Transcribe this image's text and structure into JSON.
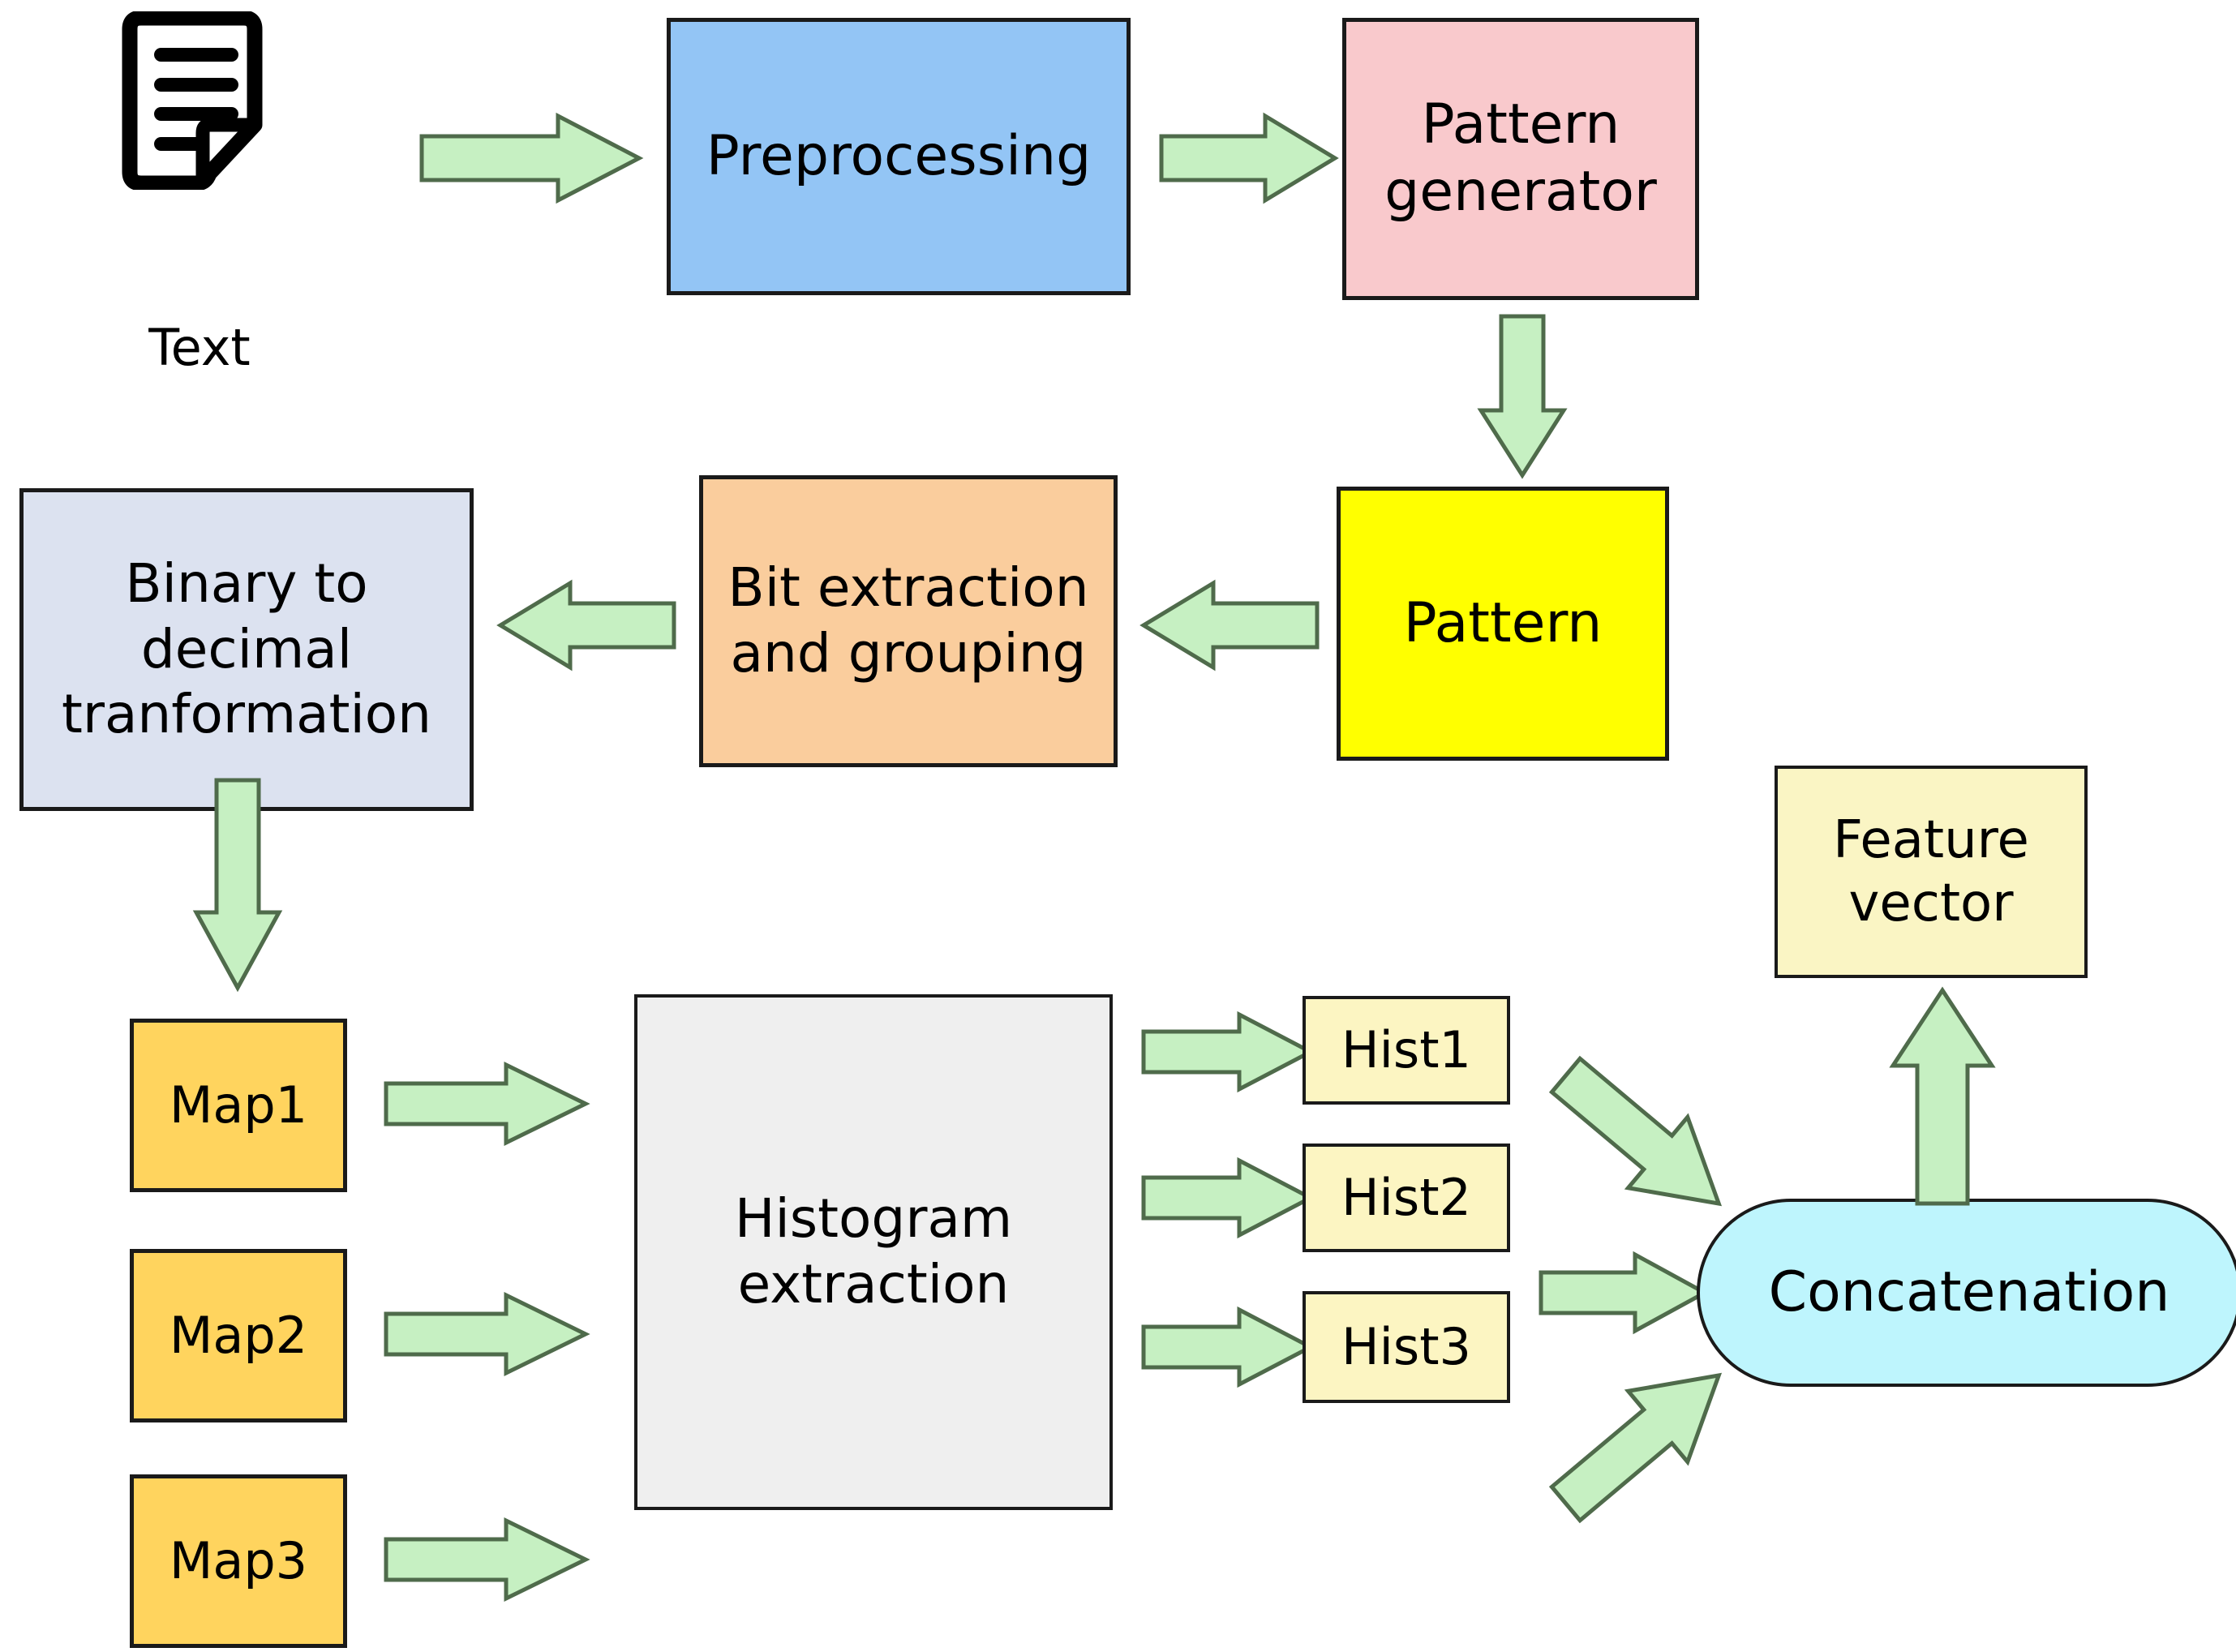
{
  "diagram": {
    "title": "Text feature extraction pipeline flowchart",
    "background_color": "#ffffff",
    "arrow_fill": "#C6F0C2",
    "arrow_stroke": "#4F6B4B",
    "node_border_color": "#1A1A1A"
  },
  "icons": {
    "text_document": "document-text-icon"
  },
  "labels": {
    "text_source": "Text"
  },
  "nodes": {
    "preprocessing": {
      "label": "Preprocessing",
      "fill": "#93C5F5"
    },
    "pattern_generator": {
      "label": "Pattern\ngenerator",
      "fill": "#F9C9CC"
    },
    "pattern": {
      "label": "Pattern",
      "fill": "#FFFF00"
    },
    "bit_extraction": {
      "label": "Bit extraction\nand grouping",
      "fill": "#FACD9D"
    },
    "binary_to_decimal": {
      "label": "Binary to\ndecimal\ntranformation",
      "fill": "#DCE2F0"
    },
    "map1": {
      "label": "Map1",
      "fill": "#FFD45E"
    },
    "map2": {
      "label": "Map2",
      "fill": "#FFD45E"
    },
    "map3": {
      "label": "Map3",
      "fill": "#FFD45E"
    },
    "histogram_extraction": {
      "label": "Histogram\nextraction",
      "fill": "#EFEFEF"
    },
    "hist1": {
      "label": "Hist1",
      "fill": "#FCF5C2"
    },
    "hist2": {
      "label": "Hist2",
      "fill": "#FCF5C2"
    },
    "hist3": {
      "label": "Hist3",
      "fill": "#FCF5C2"
    },
    "concatenation": {
      "label": "Concatenation",
      "fill": "#BEF5FD"
    },
    "feature_vector": {
      "label": "Feature\nvector",
      "fill": "#FAF5C4"
    }
  },
  "edges": [
    {
      "from": "text_source",
      "to": "preprocessing",
      "direction": "right"
    },
    {
      "from": "preprocessing",
      "to": "pattern_generator",
      "direction": "right"
    },
    {
      "from": "pattern_generator",
      "to": "pattern",
      "direction": "down"
    },
    {
      "from": "pattern",
      "to": "bit_extraction",
      "direction": "left"
    },
    {
      "from": "bit_extraction",
      "to": "binary_to_decimal",
      "direction": "left"
    },
    {
      "from": "binary_to_decimal",
      "to": "map1",
      "direction": "down"
    },
    {
      "from": "map1",
      "to": "histogram_extraction",
      "direction": "right"
    },
    {
      "from": "map2",
      "to": "histogram_extraction",
      "direction": "right"
    },
    {
      "from": "map3",
      "to": "histogram_extraction",
      "direction": "right"
    },
    {
      "from": "histogram_extraction",
      "to": "hist1",
      "direction": "right"
    },
    {
      "from": "histogram_extraction",
      "to": "hist2",
      "direction": "right"
    },
    {
      "from": "histogram_extraction",
      "to": "hist3",
      "direction": "right"
    },
    {
      "from": "hist1",
      "to": "concatenation",
      "direction": "down-right"
    },
    {
      "from": "hist2",
      "to": "concatenation",
      "direction": "right"
    },
    {
      "from": "hist3",
      "to": "concatenation",
      "direction": "up-right"
    },
    {
      "from": "concatenation",
      "to": "feature_vector",
      "direction": "up"
    }
  ]
}
